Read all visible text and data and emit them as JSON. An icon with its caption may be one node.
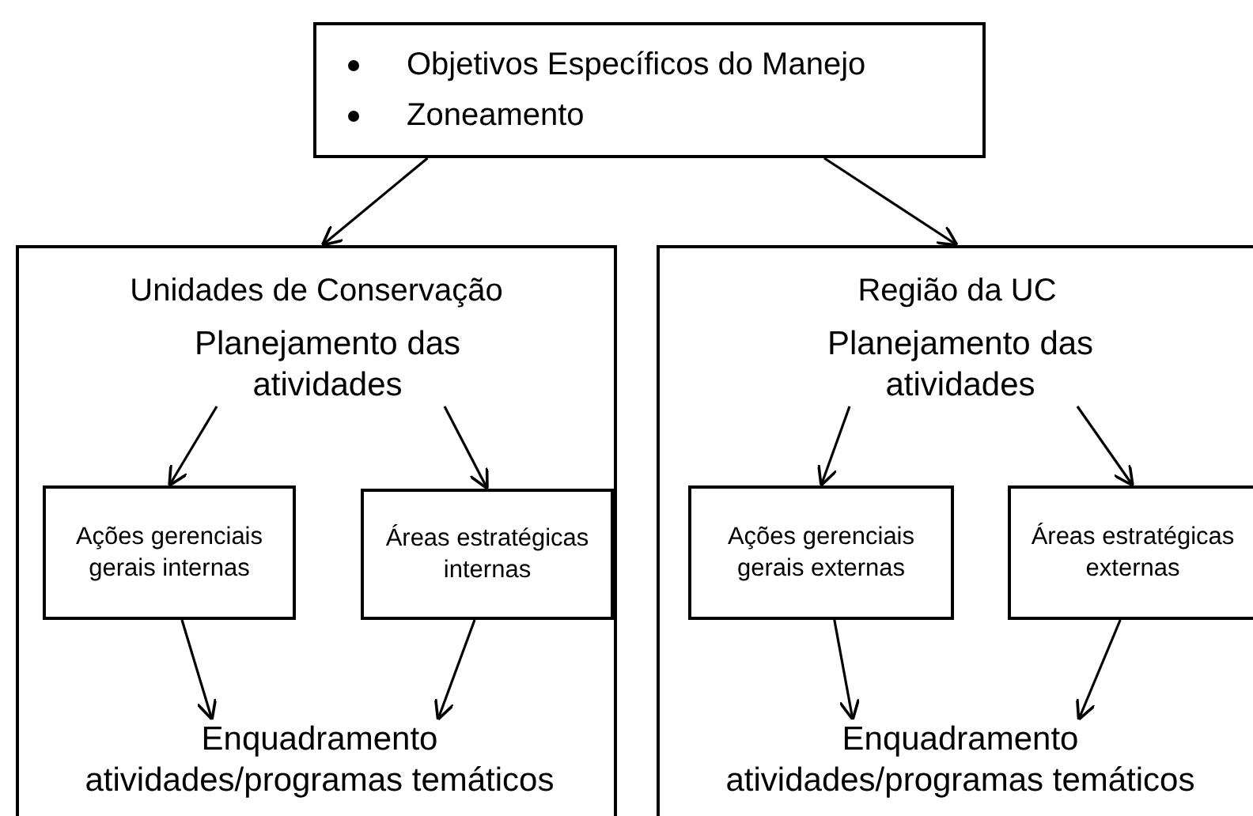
{
  "diagram": {
    "nodes": [
      {
        "text": [
          "Objetivos Específicos do Manejo",
          "Zoneamento"
        ]
      },
      {
        "text": [
          "Unidades de Conservação"
        ]
      },
      {
        "text": [
          "Planejamento das atividades"
        ],
        "in": 1
      },
      {
        "text": [
          "Ações gerenciais gerais internas"
        ],
        "in": 1
      },
      {
        "text": [
          "Áreas estratégicas internas"
        ],
        "in": 1
      },
      {
        "text": [
          "Enquadramento atividades/programas temáticos"
        ],
        "in": 1
      },
      {
        "text": [
          "Região da UC"
        ]
      },
      {
        "text": [
          "Planejamento das atividades"
        ],
        "in": 6
      },
      {
        "text": [
          "Ações gerenciais gerais externas"
        ],
        "in": 6
      },
      {
        "text": [
          "Áreas estratégicas externas"
        ],
        "in": 6
      },
      {
        "text": [
          "Enquadramento atividades/programas temáticos"
        ],
        "in": 6
      }
    ],
    "edges": [
      {
        "from": 0,
        "to": 1,
        "arrow": "to"
      },
      {
        "from": 0,
        "to": 6,
        "arrow": "to"
      },
      {
        "from": 2,
        "to": 3,
        "arrow": "to"
      },
      {
        "from": 2,
        "to": 4,
        "arrow": "to"
      },
      {
        "from": 3,
        "to": 5,
        "arrow": "to"
      },
      {
        "from": 4,
        "to": 5,
        "arrow": "to"
      },
      {
        "from": 7,
        "to": 8,
        "arrow": "to"
      },
      {
        "from": 7,
        "to": 9,
        "arrow": "to"
      },
      {
        "from": 8,
        "to": 10,
        "arrow": "to"
      },
      {
        "from": 9,
        "to": 10,
        "arrow": "to"
      }
    ]
  }
}
